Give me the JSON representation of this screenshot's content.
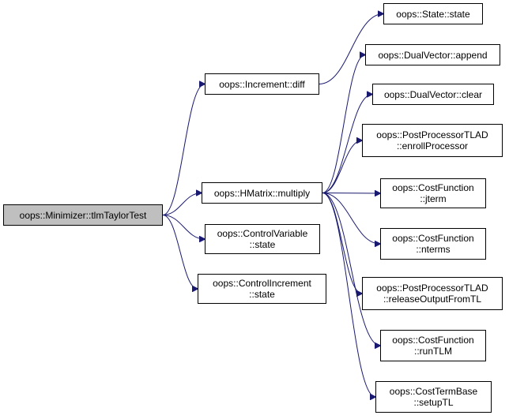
{
  "colors": {
    "edge": "#191970",
    "root_fill": "#bfbfbf",
    "node_fill": "#ffffff",
    "border": "#000000"
  },
  "nodes": {
    "root": {
      "lines": [
        "oops::Minimizer::tlmTaylorTest"
      ]
    },
    "increment_diff": {
      "lines": [
        "oops::Increment::diff"
      ]
    },
    "hmatrix_multiply": {
      "lines": [
        "oops::HMatrix::multiply"
      ]
    },
    "control_variable_state": {
      "lines": [
        "oops::ControlVariable",
        "::state"
      ]
    },
    "control_increment_state": {
      "lines": [
        "oops::ControlIncrement",
        "::state"
      ]
    },
    "state_state": {
      "lines": [
        "oops::State::state"
      ]
    },
    "dualvector_append": {
      "lines": [
        "oops::DualVector::append"
      ]
    },
    "dualvector_clear": {
      "lines": [
        "oops::DualVector::clear"
      ]
    },
    "pp_enroll": {
      "lines": [
        "oops::PostProcessorTLAD",
        "::enrollProcessor"
      ]
    },
    "cf_jterm": {
      "lines": [
        "oops::CostFunction",
        "::jterm"
      ]
    },
    "cf_nterms": {
      "lines": [
        "oops::CostFunction",
        "::nterms"
      ]
    },
    "pp_release": {
      "lines": [
        "oops::PostProcessorTLAD",
        "::releaseOutputFromTL"
      ]
    },
    "cf_runtlm": {
      "lines": [
        "oops::CostFunction",
        "::runTLM"
      ]
    },
    "ctb_setuptl": {
      "lines": [
        "oops::CostTermBase",
        "::setupTL"
      ]
    }
  },
  "edges": [
    {
      "from": "root",
      "to": "increment_diff"
    },
    {
      "from": "root",
      "to": "hmatrix_multiply"
    },
    {
      "from": "root",
      "to": "control_variable_state"
    },
    {
      "from": "root",
      "to": "control_increment_state"
    },
    {
      "from": "increment_diff",
      "to": "state_state"
    },
    {
      "from": "hmatrix_multiply",
      "to": "dualvector_append"
    },
    {
      "from": "hmatrix_multiply",
      "to": "dualvector_clear"
    },
    {
      "from": "hmatrix_multiply",
      "to": "pp_enroll"
    },
    {
      "from": "hmatrix_multiply",
      "to": "cf_jterm"
    },
    {
      "from": "hmatrix_multiply",
      "to": "cf_nterms"
    },
    {
      "from": "hmatrix_multiply",
      "to": "pp_release"
    },
    {
      "from": "hmatrix_multiply",
      "to": "cf_runtlm"
    },
    {
      "from": "hmatrix_multiply",
      "to": "ctb_setuptl"
    }
  ]
}
